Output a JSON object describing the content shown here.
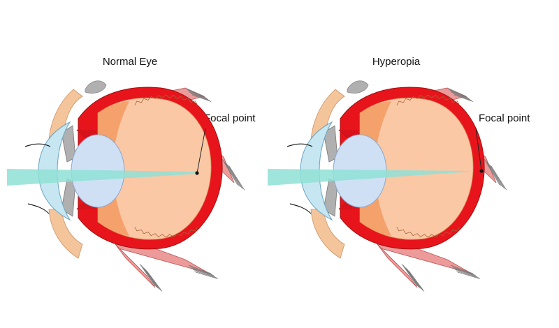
{
  "figures": [
    {
      "id": "normal",
      "title": "Normal Eye",
      "focal_label": "Focal point"
    },
    {
      "id": "hyperopia",
      "title": "Hyperopia",
      "focal_label": "Focal point"
    }
  ],
  "colors": {
    "sclera": "#e8141c",
    "vitreous": "#fbc8a6",
    "vitreous_dark": "#f39a62",
    "lens": "#cfe0f5",
    "cornea": "#c6e6f2",
    "light_beam": "#8fe1d6",
    "muscle": "#ec9a9a",
    "skin": "#f4c49a",
    "gray_tissue": "#b0b0b0"
  },
  "icons": [
    "eye-cross-section-icon",
    "light-beam-icon",
    "focal-point-marker-icon"
  ]
}
